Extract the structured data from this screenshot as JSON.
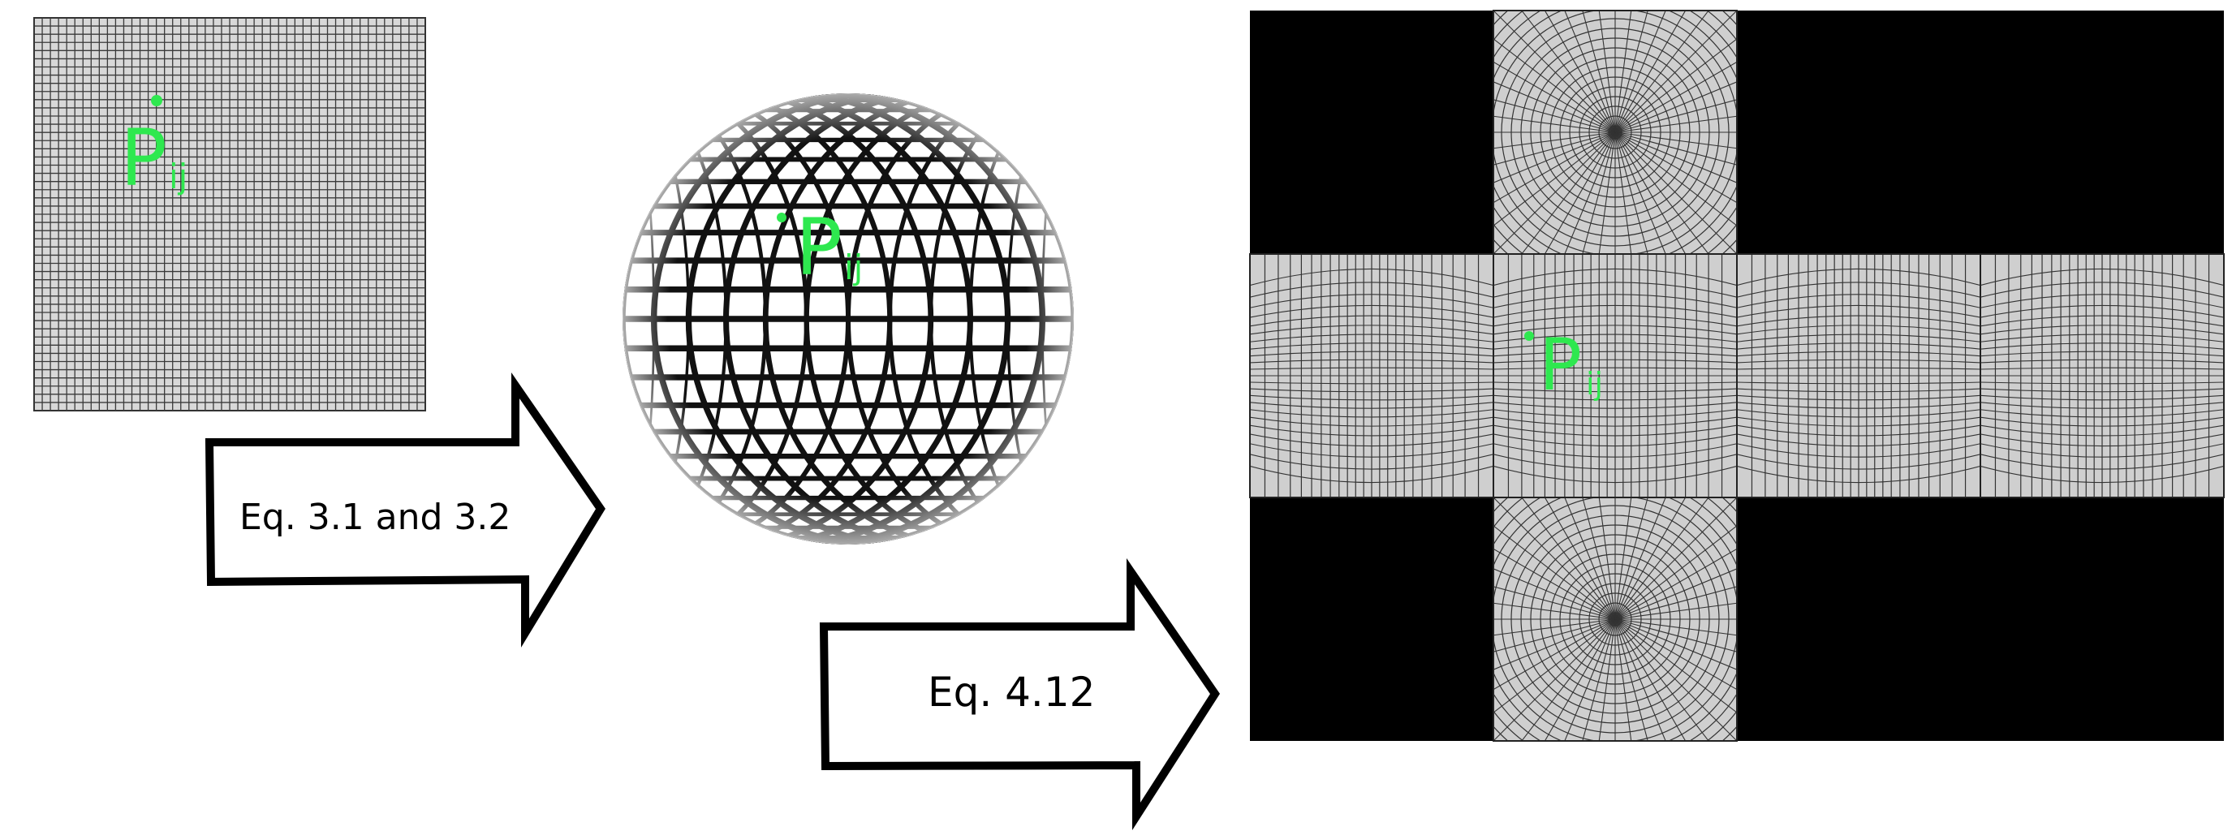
{
  "colors": {
    "point": "#2ee84f",
    "grid_line": "#3a3a3a",
    "grid_bg": "#d8d8d8",
    "cube_bg": "#cfcfcf",
    "black": "#000000"
  },
  "panels": {
    "flat_grid": {
      "point_label": "P",
      "point_subscript": "ij"
    },
    "sphere": {
      "point_label": "P",
      "point_subscript": "ij"
    },
    "cube_map": {
      "point_label": "P",
      "point_subscript": "ij"
    }
  },
  "arrows": {
    "first": {
      "label": "Eq. 3.1 and 3.2"
    },
    "second": {
      "label": "Eq. 4.12"
    }
  }
}
